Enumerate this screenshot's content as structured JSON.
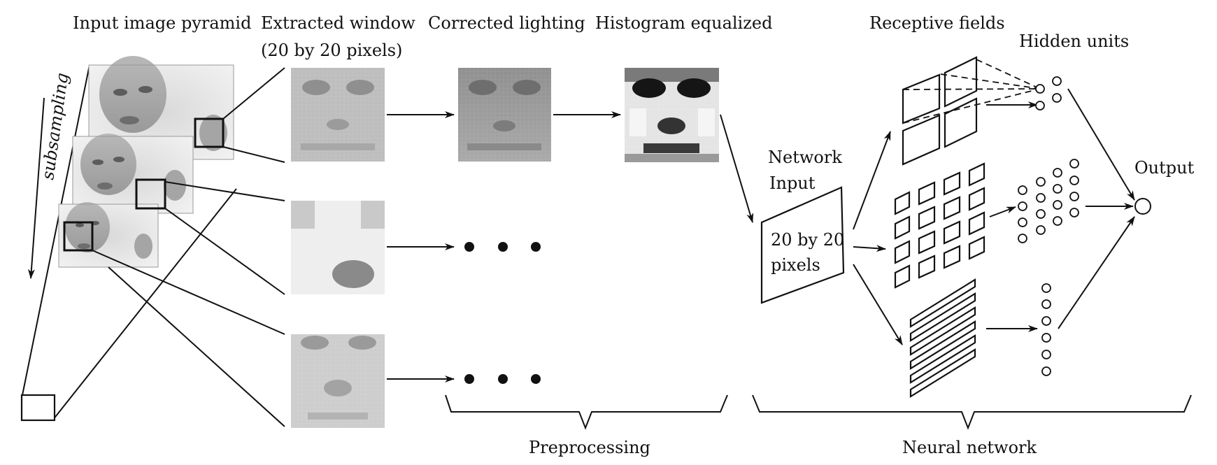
{
  "headings": {
    "pyramid": "Input image pyramid",
    "extracted_line1": "Extracted window",
    "extracted_line2": "(20 by 20 pixels)",
    "corrected": "Corrected lighting",
    "histogram": "Histogram equalized",
    "receptive": "Receptive fields",
    "hidden": "Hidden units"
  },
  "side_label": "subsampling",
  "network_input": {
    "line1": "Network",
    "line2": "Input",
    "box_line1": "20 by 20",
    "box_line2": "pixels"
  },
  "output_label": "Output",
  "brackets": {
    "preprocessing": "Preprocessing",
    "neural_network": "Neural network"
  }
}
